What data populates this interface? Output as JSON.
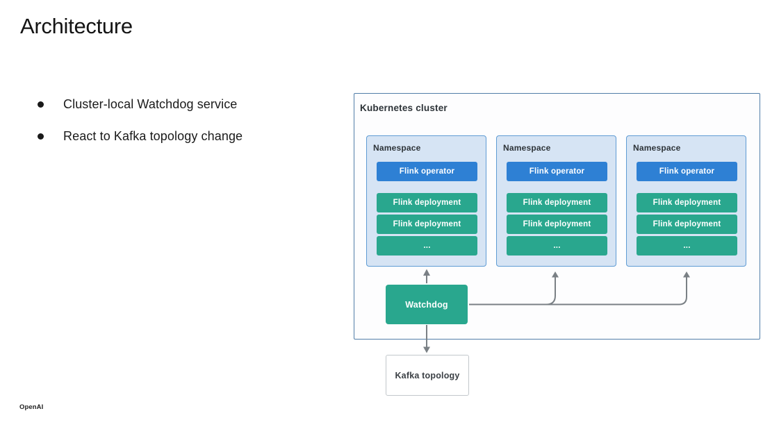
{
  "colors": {
    "operator_blue": "#2e80d4",
    "deployment_teal": "#29a78e",
    "namespace_bg": "#d6e4f4",
    "namespace_border": "#5e9bd4",
    "cluster_border": "#507da8",
    "cluster_bg": "#fdfdfe",
    "arrow_gray": "#7a8085",
    "kafka_border": "#c2c7cb"
  },
  "slide": {
    "title": "Architecture",
    "bullets": [
      "Cluster-local Watchdog service",
      "React to Kafka topology change"
    ],
    "footer_logo": "OpenAI"
  },
  "diagram": {
    "cluster": {
      "label": "Kubernetes cluster"
    },
    "namespaces": [
      {
        "label": "Namespace",
        "rows": [
          {
            "label": "Flink operator"
          },
          {
            "label": "Flink deployment"
          },
          {
            "label": "Flink deployment"
          },
          {
            "label": "..."
          }
        ]
      },
      {
        "label": "Namespace",
        "rows": [
          {
            "label": "Flink operator"
          },
          {
            "label": "Flink deployment"
          },
          {
            "label": "Flink deployment"
          },
          {
            "label": "..."
          }
        ]
      },
      {
        "label": "Namespace",
        "rows": [
          {
            "label": "Flink operator"
          },
          {
            "label": "Flink deployment"
          },
          {
            "label": "Flink deployment"
          },
          {
            "label": "..."
          }
        ]
      }
    ],
    "watchdog": {
      "label": "Watchdog"
    },
    "kafka": {
      "label": "Kafka topology"
    }
  }
}
